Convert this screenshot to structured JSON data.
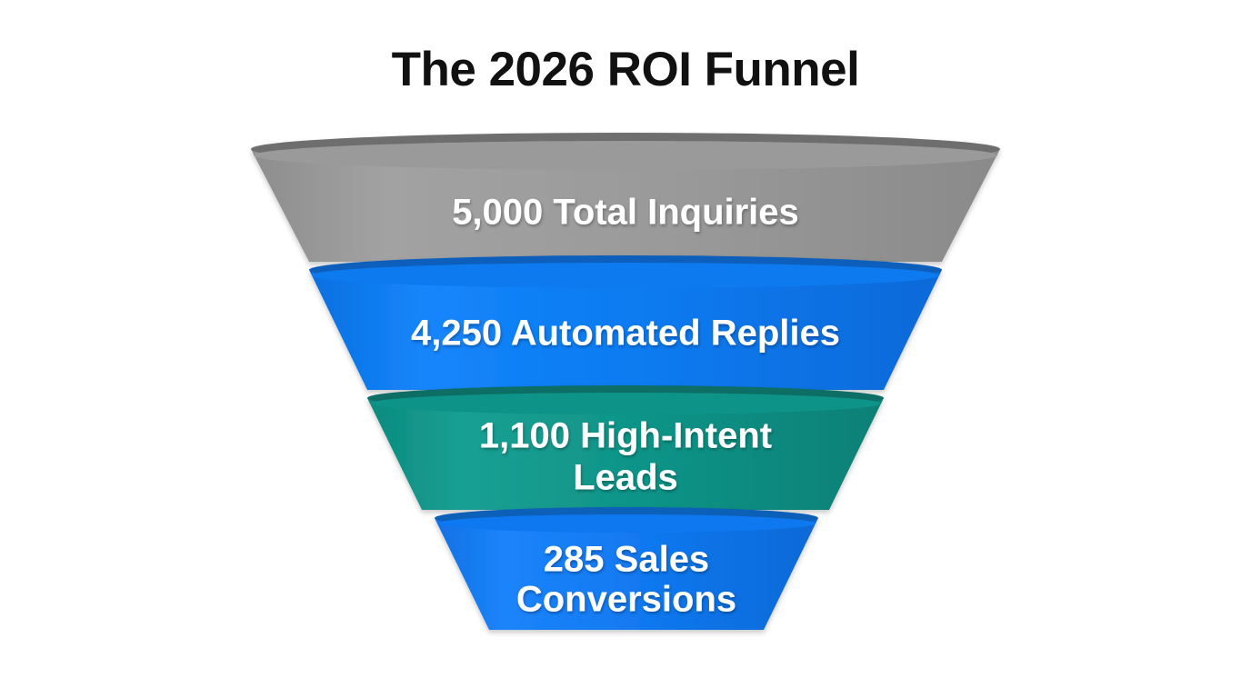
{
  "chart_data": {
    "type": "funnel",
    "title": "The 2026 ROI Funnel",
    "xlabel": "",
    "ylabel": "",
    "grid": false,
    "legend": "none",
    "background": "#ffffff",
    "title_color": "#111111",
    "label_color": "#ffffff",
    "categories": [
      "Total Inquiries",
      "Automated Replies",
      "High-Intent Leads",
      "Sales Conversions"
    ],
    "values": [
      5000,
      4250,
      1100,
      285
    ],
    "value_labels": [
      "5,000",
      "4,250",
      "1,100",
      "285"
    ],
    "stages": [
      {
        "index": 0,
        "label": "5,000 Total Inquiries",
        "value_label": "5,000",
        "name": "Total Inquiries",
        "value": 5000,
        "color": "#999999",
        "rim_color": "#6e6e6e",
        "lines": [
          "5,000 Total Inquiries"
        ]
      },
      {
        "index": 1,
        "label": "4,250 Automated Replies",
        "value_label": "4,250",
        "name": "Automated Replies",
        "value": 4250,
        "color": "#0a7af0",
        "rim_color": "#0b5fbb",
        "lines": [
          "4,250 Automated Replies"
        ]
      },
      {
        "index": 2,
        "label": "1,100 High-Intent Leads",
        "value_label": "1,100",
        "name": "High-Intent Leads",
        "value": 1100,
        "color": "#0f9387",
        "rim_color": "#0a6e66",
        "lines": [
          "1,100 High-Intent",
          "Leads"
        ]
      },
      {
        "index": 3,
        "label": "285 Sales Conversions",
        "value_label": "285",
        "name": "Sales Conversions",
        "value": 285,
        "color": "#1178f0",
        "rim_color": "#1060b8",
        "lines": [
          "285 Sales",
          "Conversions"
        ]
      }
    ]
  }
}
